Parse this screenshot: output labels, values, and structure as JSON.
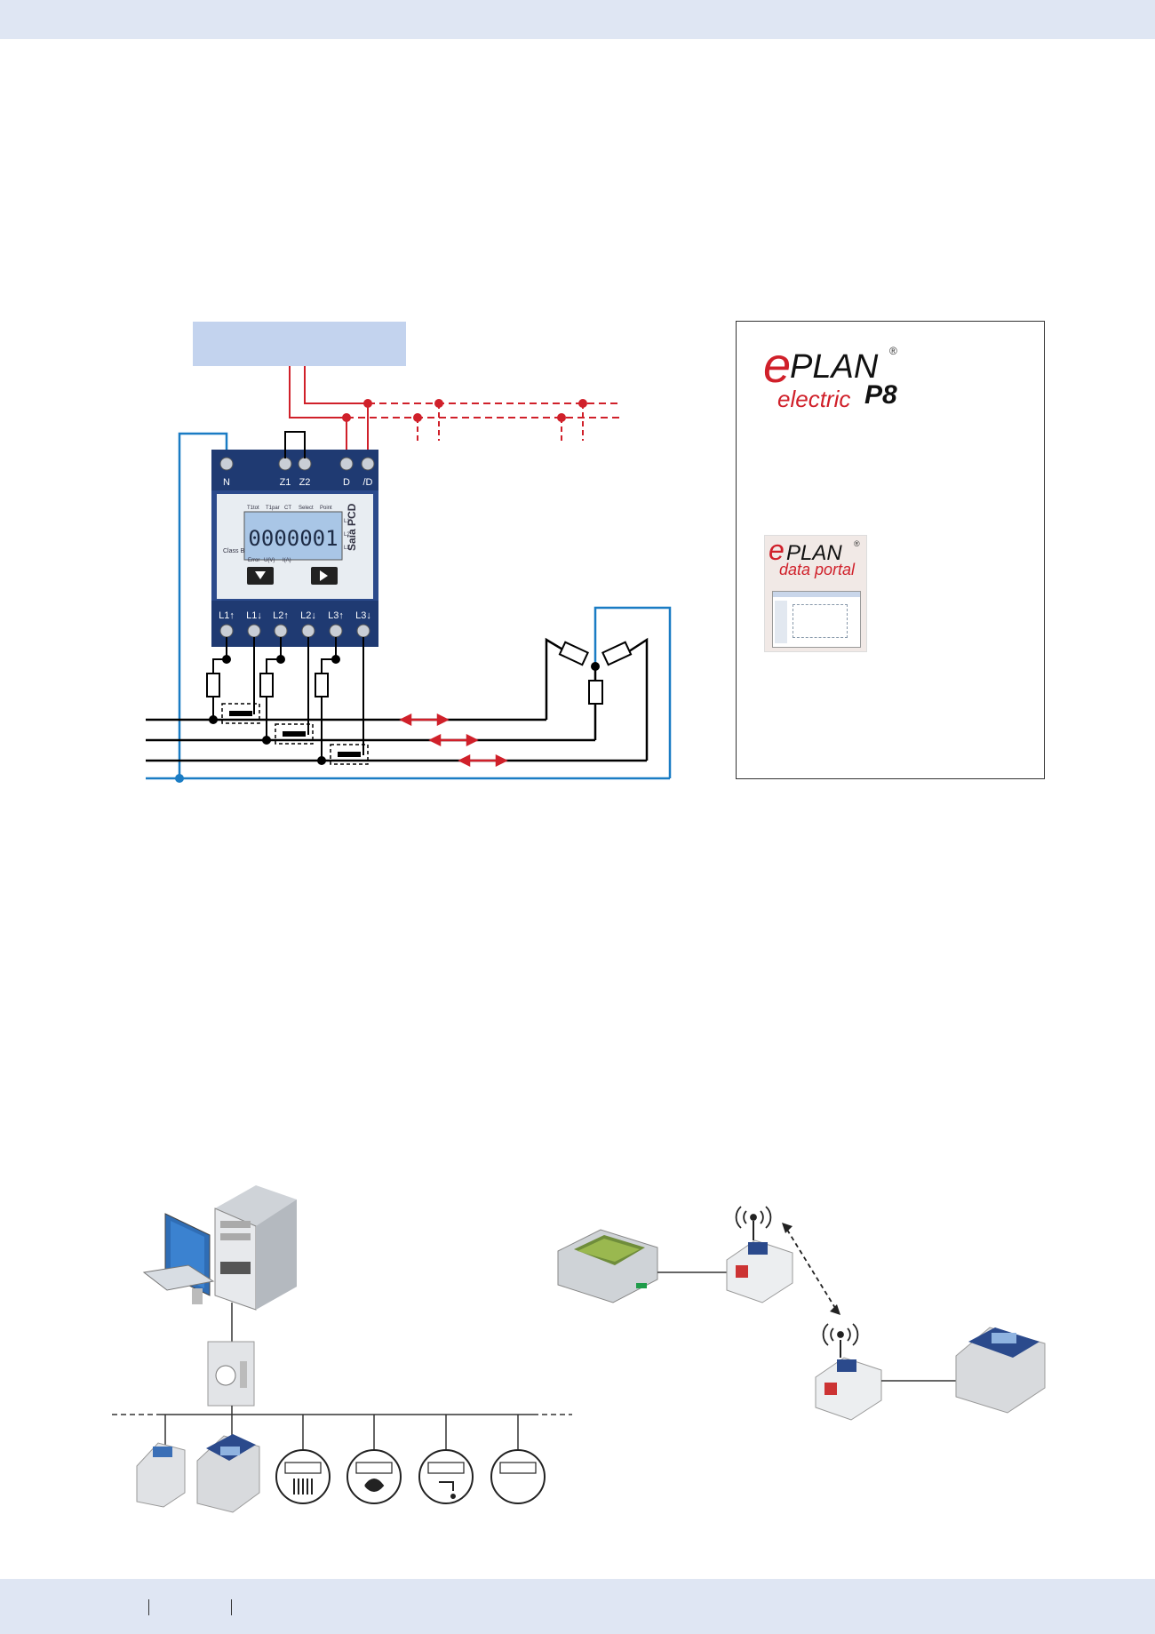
{
  "meter": {
    "terminals_top": [
      "N",
      "Z1",
      "Z2",
      "D",
      "/D"
    ],
    "terminals_bottom": [
      "L1↑",
      "L1↓",
      "L2↑",
      "L2↓",
      "L3↑",
      "L3↓"
    ],
    "display_value": "0000001",
    "display_headers": [
      "T1tot",
      "T1par",
      "CT",
      "Select",
      "Point"
    ],
    "display_footer": [
      "Error",
      "U(V)",
      "I(A)"
    ],
    "phase_labels": [
      "L1",
      "L2",
      "L3"
    ],
    "brand": "Saia PCD",
    "class_label": "Class B"
  },
  "eplan": {
    "logo_e": "e",
    "logo_plan": "PLAN",
    "logo_electric": "electric",
    "logo_p8": "P8",
    "portal_e": "e",
    "portal_plan": "PLAN",
    "portal_data": "data portal",
    "registered": "®"
  },
  "colors": {
    "band": "#dfe6f3",
    "bus_box": "#c3d3ee",
    "red_line": "#d0202a",
    "blue_line": "#1a7cc4",
    "meter_blue": "#2b4a8c"
  },
  "icons": [
    "computer-icon",
    "server-tower-icon",
    "gateway-module-icon",
    "energy-meter-icon",
    "heat-meter-icon",
    "gas-meter-icon",
    "water-meter-icon",
    "generic-meter-icon",
    "hmi-panel-icon",
    "radio-module-icon",
    "antenna-icon"
  ]
}
